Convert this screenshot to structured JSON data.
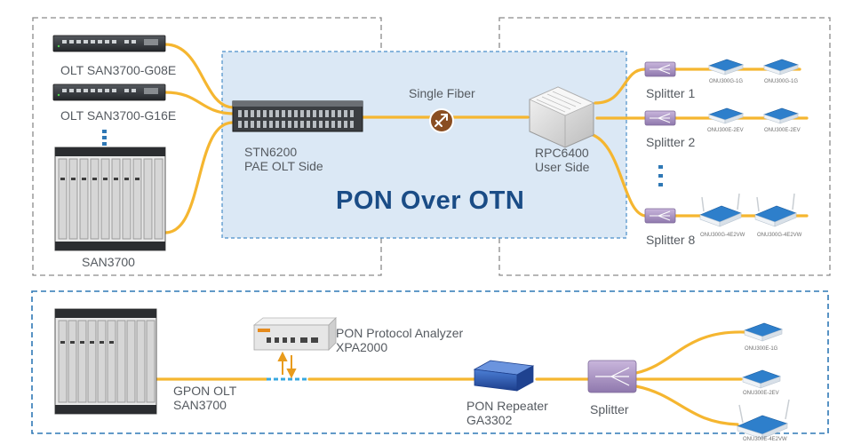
{
  "colors": {
    "fiber": "#f5b630",
    "pon_box_fill": "#dbe8f5",
    "pon_box_border": "#4a8ec9",
    "frame_border": "#8a8a8a",
    "bottom_frame_border": "#2f78b5",
    "title": "#1a4c86",
    "label": "#555a60",
    "onu_blue": "#2e7fcb",
    "splitter": "#a58fc0",
    "repeater": "#2a5db8"
  },
  "diagram": {
    "title": "PON Over OTN",
    "fiber_label": "Single Fiber"
  },
  "top": {
    "olt1": "OLT SAN3700-G08E",
    "olt2": "OLT SAN3700-G16E",
    "chassis": "SAN3700",
    "stn": [
      "STN6200",
      "PAE OLT Side"
    ],
    "rpc": [
      "RPC6400",
      "User Side"
    ],
    "splitters": [
      {
        "label": "Splitter 1",
        "onus": [
          "ONU300G-1G",
          "ONU300G-1G"
        ]
      },
      {
        "label": "Splitter 2",
        "onus": [
          "ONU300E-2EV",
          "ONU300E-2EV"
        ]
      },
      {
        "label": "Splitter 8",
        "onus": [
          "ONU300G-4E2VW",
          "ONU300G-4E2VW"
        ]
      }
    ]
  },
  "bottom": {
    "gpon": [
      "GPON OLT",
      "SAN3700"
    ],
    "analyzer": [
      "PON Protocol Analyzer",
      "XPA2000"
    ],
    "repeater": [
      "PON Repeater",
      "GA3302"
    ],
    "splitter": "Splitter",
    "onus": [
      "ONU300E-1G",
      "ONU300E-2EV",
      "ONU300E-4E2VW"
    ]
  }
}
